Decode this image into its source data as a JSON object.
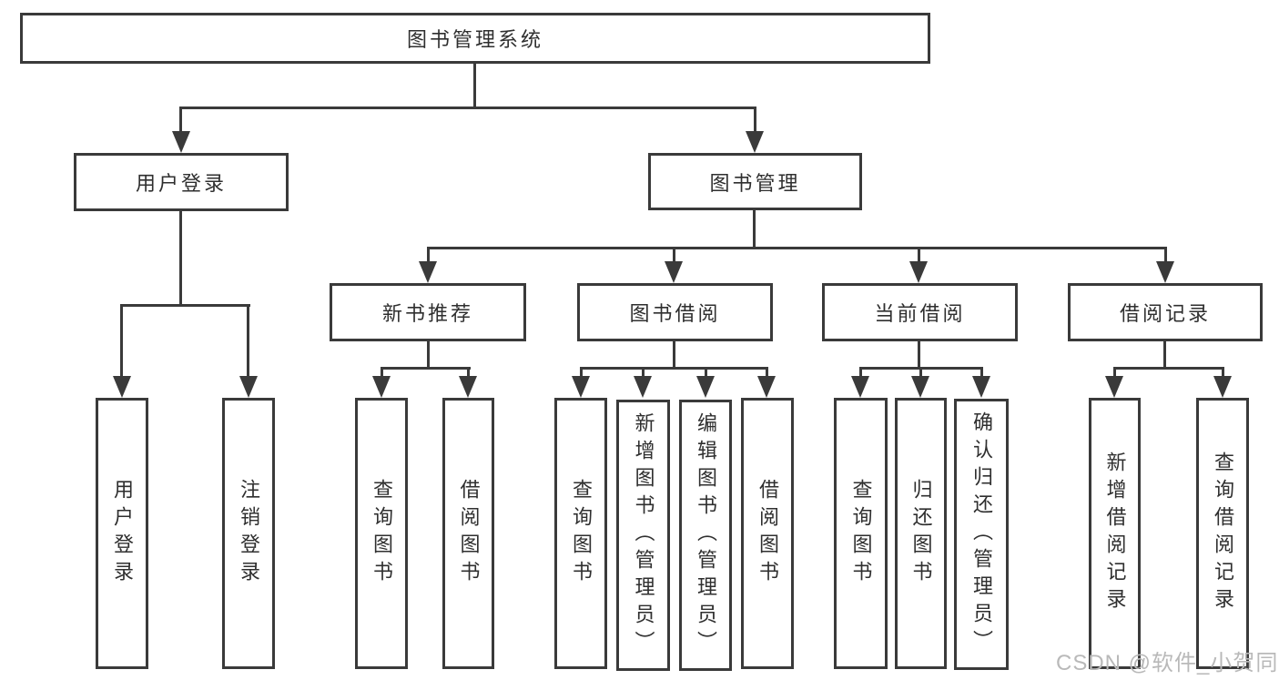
{
  "nodes": {
    "root": {
      "label": "图书管理系统"
    },
    "level2": [
      {
        "label": "用户登录"
      },
      {
        "label": "图书管理"
      }
    ],
    "level3": [
      {
        "label": "新书推荐"
      },
      {
        "label": "图书借阅"
      },
      {
        "label": "当前借阅"
      },
      {
        "label": "借阅记录"
      }
    ],
    "leaves": [
      {
        "label": "用户登录"
      },
      {
        "label": "注销登录"
      },
      {
        "label": "查询图书"
      },
      {
        "label": "借阅图书"
      },
      {
        "label": "查询图书"
      },
      {
        "label": "新增图书（管理员）"
      },
      {
        "label": "编辑图书（管理员）"
      },
      {
        "label": "借阅图书"
      },
      {
        "label": "查询图书"
      },
      {
        "label": "归还图书"
      },
      {
        "label": "确认归还（管理员）"
      },
      {
        "label": "新增借阅记录"
      },
      {
        "label": "查询借阅记录"
      }
    ]
  },
  "watermark": {
    "text": "CSDN @软件_小贺同学"
  },
  "colors": {
    "line": "#3a3a3a",
    "text": "#2f2f2f",
    "watermark": "#b9b9b9",
    "background": "#ffffff"
  }
}
